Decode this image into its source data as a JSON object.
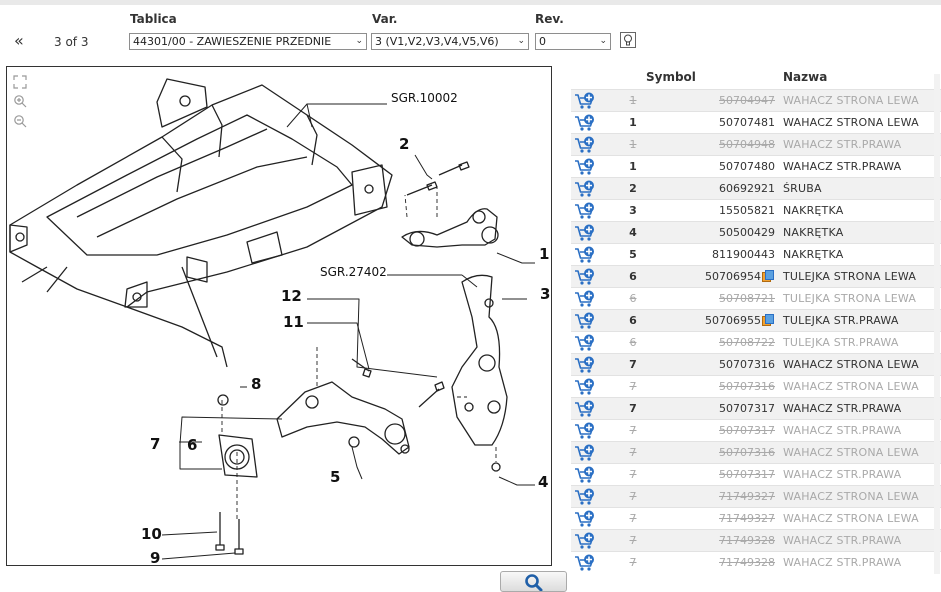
{
  "header": {
    "pager": {
      "prev_icon": "double-chevron-left-icon",
      "count": "3 of 3"
    },
    "tablica": {
      "label": "Tablica",
      "value": "44301/00 - ZAWIESZENIE PRZEDNIE"
    },
    "var": {
      "label": "Var.",
      "value": "3 (V1,V2,V3,V4,V5,V6)"
    },
    "rev": {
      "label": "Rev.",
      "value": "0"
    },
    "filter_icon": "lamp-filter-icon"
  },
  "diagram": {
    "tools": [
      "fit-to-window-icon",
      "zoom-in-icon",
      "zoom-out-icon"
    ],
    "callouts": [
      "SGR.10002",
      "SGR.27402",
      "1",
      "2",
      "3",
      "4",
      "5",
      "6",
      "7",
      "8",
      "9",
      "10",
      "11",
      "12"
    ]
  },
  "search_button": {
    "icon": "magnifier-icon"
  },
  "parts_table": {
    "columns": {
      "symbol": "Symbol",
      "nazwa": "Nazwa"
    },
    "cart_icon": "add-to-cart-icon",
    "rows": [
      {
        "qty": "1",
        "symbol": "50704947",
        "name": "WAHACZ STRONA LEWA",
        "disabled": true,
        "note": false
      },
      {
        "qty": "1",
        "symbol": "50707481",
        "name": "WAHACZ STRONA LEWA",
        "disabled": false,
        "note": false
      },
      {
        "qty": "1",
        "symbol": "50704948",
        "name": "WAHACZ STR.PRAWA",
        "disabled": true,
        "note": false
      },
      {
        "qty": "1",
        "symbol": "50707480",
        "name": "WAHACZ STR.PRAWA",
        "disabled": false,
        "note": false
      },
      {
        "qty": "2",
        "symbol": "60692921",
        "name": "ŚRUBA",
        "disabled": false,
        "note": false
      },
      {
        "qty": "3",
        "symbol": "15505821",
        "name": "NAKRĘTKA",
        "disabled": false,
        "note": false
      },
      {
        "qty": "4",
        "symbol": "50500429",
        "name": "NAKRĘTKA",
        "disabled": false,
        "note": false
      },
      {
        "qty": "5",
        "symbol": "811900443",
        "name": "NAKRĘTKA",
        "disabled": false,
        "note": false
      },
      {
        "qty": "6",
        "symbol": "50706954",
        "name": "TULEJKA STRONA LEWA",
        "disabled": false,
        "note": true
      },
      {
        "qty": "6",
        "symbol": "50708721",
        "name": "TULEJKA STRONA LEWA",
        "disabled": true,
        "note": false
      },
      {
        "qty": "6",
        "symbol": "50706955",
        "name": "TULEJKA STR.PRAWA",
        "disabled": false,
        "note": true
      },
      {
        "qty": "6",
        "symbol": "50708722",
        "name": "TULEJKA STR.PRAWA",
        "disabled": true,
        "note": false
      },
      {
        "qty": "7",
        "symbol": "50707316",
        "name": "WAHACZ STRONA LEWA",
        "disabled": false,
        "note": false
      },
      {
        "qty": "7",
        "symbol": "50707316",
        "name": "WAHACZ STRONA LEWA",
        "disabled": true,
        "note": false
      },
      {
        "qty": "7",
        "symbol": "50707317",
        "name": "WAHACZ STR.PRAWA",
        "disabled": false,
        "note": false
      },
      {
        "qty": "7",
        "symbol": "50707317",
        "name": "WAHACZ STR.PRAWA",
        "disabled": true,
        "note": false
      },
      {
        "qty": "7",
        "symbol": "50707316",
        "name": "WAHACZ STRONA LEWA",
        "disabled": true,
        "note": false
      },
      {
        "qty": "7",
        "symbol": "50707317",
        "name": "WAHACZ STR.PRAWA",
        "disabled": true,
        "note": false
      },
      {
        "qty": "7",
        "symbol": "71749327",
        "name": "WAHACZ STRONA LEWA",
        "disabled": true,
        "note": false
      },
      {
        "qty": "7",
        "symbol": "71749327",
        "name": "WAHACZ STRONA LEWA",
        "disabled": true,
        "note": false
      },
      {
        "qty": "7",
        "symbol": "71749328",
        "name": "WAHACZ STR.PRAWA",
        "disabled": true,
        "note": false
      },
      {
        "qty": "7",
        "symbol": "71749328",
        "name": "WAHACZ STR.PRAWA",
        "disabled": true,
        "note": false
      }
    ]
  },
  "colors": {
    "cart_blue": "#2a6fc4",
    "disabled_text": "#a9a9a9",
    "row_alt": "#f1f1f1"
  }
}
